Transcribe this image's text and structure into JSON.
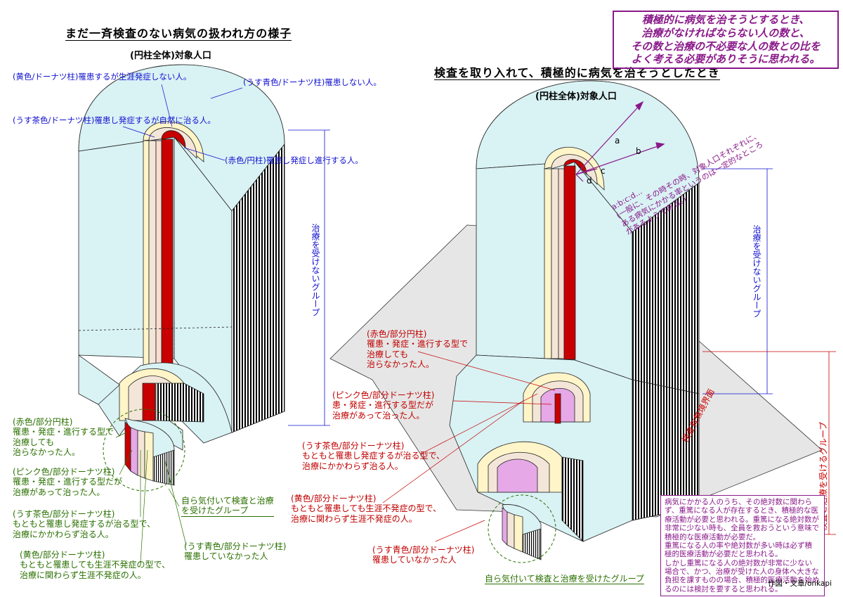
{
  "left": {
    "title": "まだ一斉検査のない病気の扱われ方の様子",
    "population": "(円柱全体)対象人口",
    "labels": [
      "(黄色/ドーナツ柱)罹患するが生涯発症しない人。",
      "(うす青色/ドーナツ柱)罹患しない人。",
      "(うす茶色/ドーナツ柱)罹患し発症するが自然に治る人。",
      "(赤色/円柱)罹患し発症し進行する人。"
    ],
    "vertical": "治療を受けないグループ",
    "sublabels": [
      "(赤色/部分円柱)\n罹患・発症・進行する型で\n治療しても\n治らなかった人。",
      "(ピンク色/部分ドーナツ柱)\n罹患・発症・進行する型だが\n治療があって治った人。",
      "(うす茶色/部分ドーナツ柱)\nもともと罹患し発症するが治る型で、\n治療にかかわらず治る人。",
      "(黄色/部分ドーナツ柱)\nもともと罹患しても生涯不発症の型で、\n治療に関わらず生涯不発症の人。"
    ],
    "group": "自ら気付いて検査と治療\nを受けたグループ",
    "lightblue": "(うす青色/部分ドーナツ柱)\n罹患していなかった人"
  },
  "right": {
    "title": "検査を取り入れて、積極的に病気を治そうとしたとき",
    "population": "(円柱全体)対象人口",
    "letters": [
      "a",
      "b",
      "c",
      "d"
    ],
    "ratio_note": "a:b:c:d...\n(一般に、その時その時、対象人口それぞれに、\nある病気にかかる率というのは一定的なところ\nがあるようである。)",
    "vertical": "治療を受けないグループ",
    "boundary": "検査有無境界面",
    "tested": "検査と治療を受けるグループ",
    "sublabels": [
      "(赤色/部分円柱)\n罹患・発症・進行する型で\n治療しても\n治らなかった人。",
      "(ピンク色/部分ドーナツ柱)\n患・発症・進行する型だが\n治療があって治った人。",
      "(うす茶色/部分ドーナツ柱)\nもともと罹患し発症するが治る型で、\n治療にかかわらず治る人。",
      "(黄色/部分ドーナツ柱)\nもともと罹患しても生涯不発症の型で、\n治療に関わらず生涯不発症の人。",
      "(うす青色/部分ドーナツ柱)\n罹患していなかった人"
    ],
    "group": "自ら気付いて検査と治療を受けたグループ"
  },
  "top_note": "積極的に病気を治そうとするとき、\n治療がなければならない人の数と、\nその数と治療の不必要な人の数との比を\nよく考える必要がありそうに思われる。",
  "bottom_note": "病気にかかる人のうち、その絶対数に関わら\nず、重篤になる人が存在するとき、積極的な医\n療活動が必要と思われる。重篤になる絶対数が\n非常に少ない時も、全員を救おうという意味で\n積極的な医療活動が必要だ。\n重篤になる人の率や絶対数が多い時は必ず積\n極的医療活動が必要だと思われる。\nしかし重篤になる人の絶対数が非常に少ない\n場合で、かつ、治療が受けた人の身体へ大きな\n負担を課すものの場合、積極的医療活動を始め\nるのには検討を要すると思われる。",
  "credit": "作図・文章/onkapi",
  "colors": {
    "lightblue": "#d9f2f4",
    "yellow": "#fff5c8",
    "beige": "#f3e6d8",
    "red": "#c80000",
    "pink": "#e6a8e6",
    "purple": "#8a1a8a",
    "blue": "#1010d0",
    "gray": "#e6e6e6"
  }
}
